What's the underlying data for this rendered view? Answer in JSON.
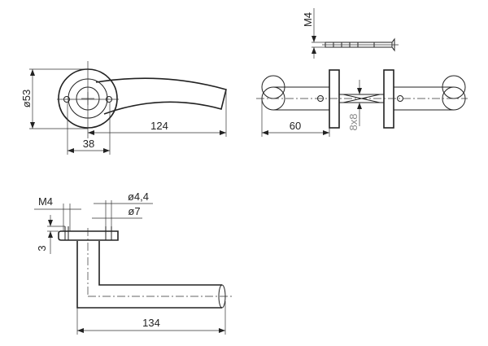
{
  "title": "Door lever handle technical drawing",
  "front_view": {
    "dim_rosette_diameter": "ø53",
    "dim_length": "124",
    "dim_screw_spacing": "38"
  },
  "screw_view": {
    "dim_thread": "M4"
  },
  "side_view": {
    "dim_lever_offset": "60",
    "dim_spindle": "8x8"
  },
  "top_view": {
    "dim_thread": "M4",
    "dim_hole_small": "ø4,4",
    "dim_hole_large": "ø7",
    "dim_height": "3",
    "dim_length": "134"
  }
}
